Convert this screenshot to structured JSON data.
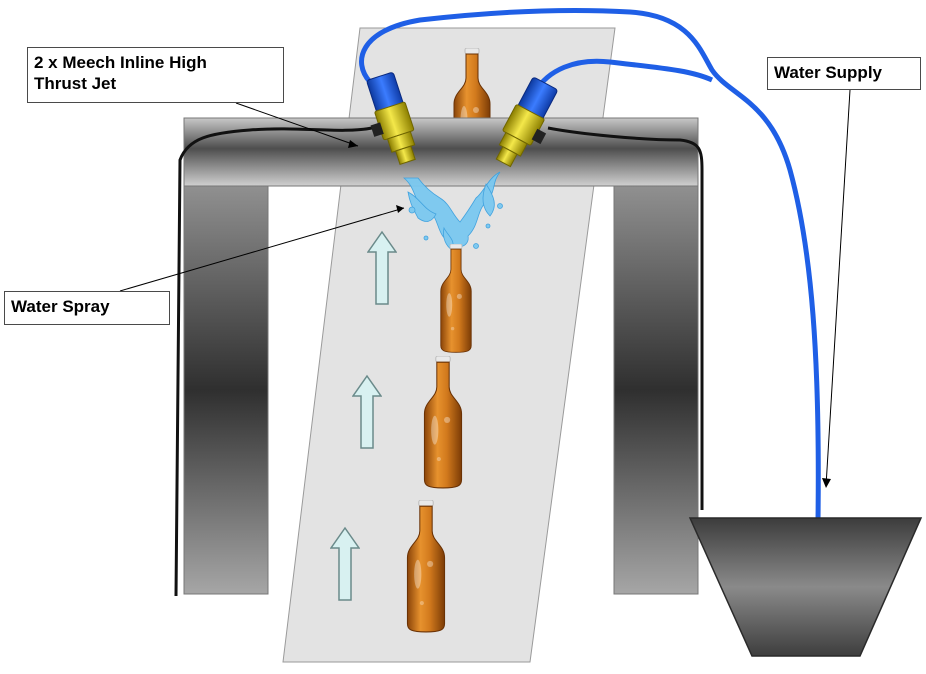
{
  "labels": {
    "jets_line1": "2 x Meech Inline High",
    "jets_line2": "Thrust Jet",
    "spray": "Water Spray",
    "supply": "Water Supply"
  },
  "colors": {
    "conveyor": "#e3e3e3",
    "frame": "#8a8a8a",
    "hose": "#1f5fe6",
    "cable": "#111111",
    "bottle": "#c8741f",
    "arrow": "#d8f1f1",
    "jet_body": "#e0d000",
    "jet_cap": "#1b58d8",
    "water": "#7ac8f0",
    "tank": "#5e5e5e"
  },
  "icons": [
    "bottle-icon",
    "up-arrow-icon",
    "jet-nozzle-icon",
    "water-spray-icon",
    "tank-icon"
  ]
}
